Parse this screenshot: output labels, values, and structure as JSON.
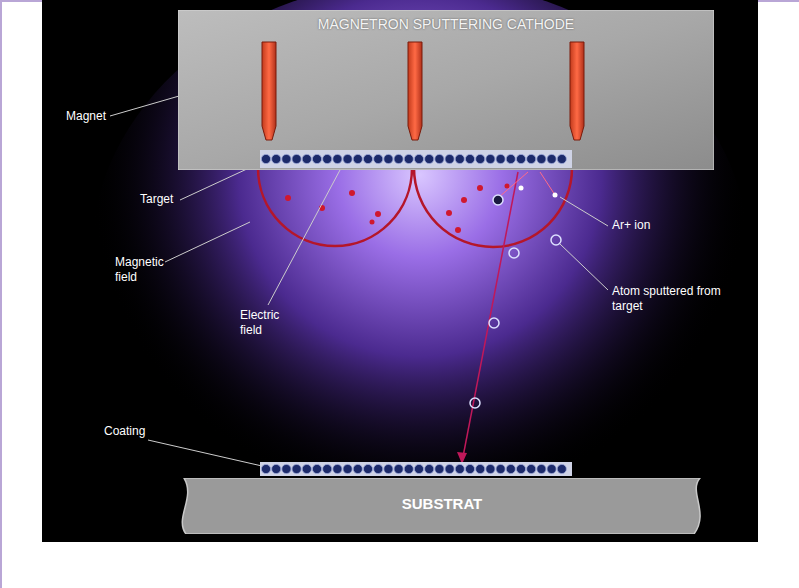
{
  "diagram": {
    "nodes": [
      {
        "text": [
          "MAGNETRON SPUTTERING CATHODE"
        ]
      },
      {
        "text": [
          "SUBSTRAT"
        ]
      }
    ],
    "labels": [
      "Magnet",
      "Target",
      "Magnetic field",
      "Electric field",
      "Ar+ ion",
      "Atom sputtered from target",
      "Coating"
    ]
  }
}
